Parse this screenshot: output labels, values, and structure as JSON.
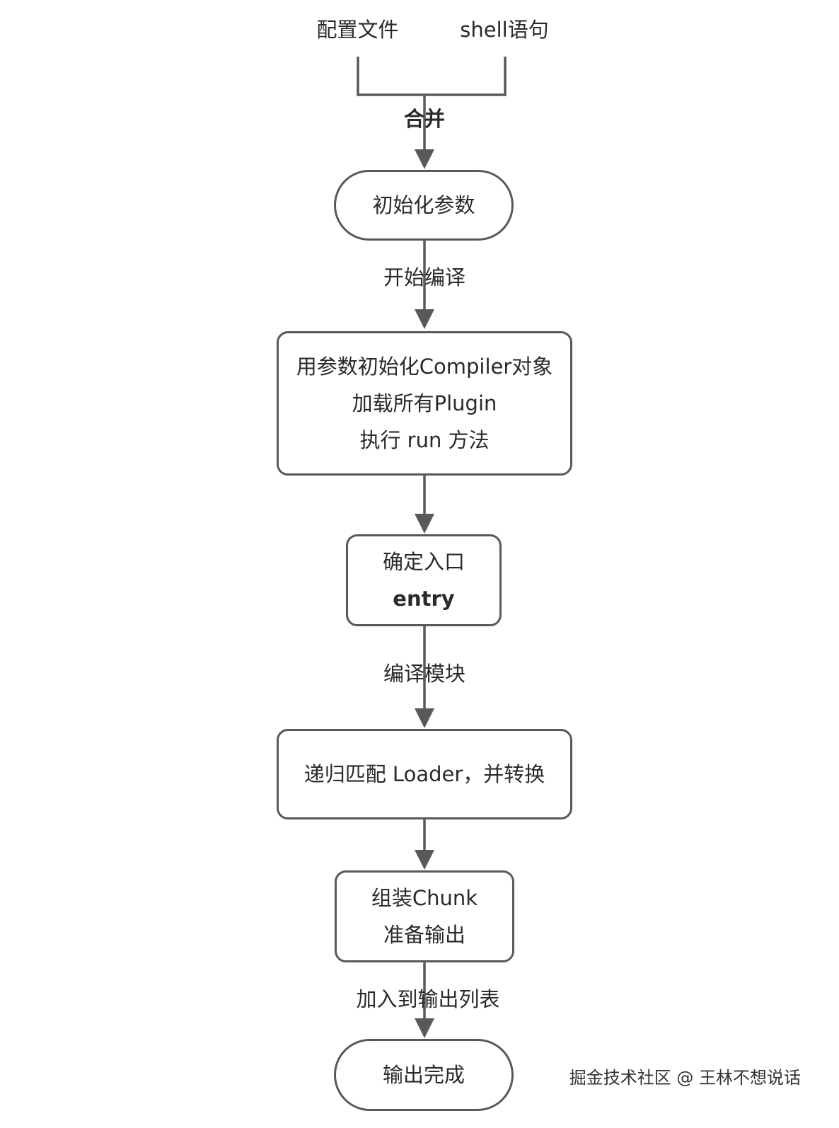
{
  "sources": {
    "left": "配置文件",
    "right": "shell语句"
  },
  "edges": {
    "merge": "合并",
    "start_compile": "开始编译",
    "compile_modules": "编译模块",
    "add_to_output": "加入到输出列表"
  },
  "nodes": {
    "init_params": {
      "line1": "初始化参数"
    },
    "compiler": {
      "line1": "用参数初始化Compiler对象",
      "line2": "加载所有Plugin",
      "line3": "执行 run 方法"
    },
    "entry": {
      "line1": "确定入口",
      "line2": "entry"
    },
    "loader": {
      "line1": "递归匹配 Loader，并转换"
    },
    "chunk": {
      "line1": "组装Chunk",
      "line2": "准备输出"
    },
    "done": {
      "line1": "输出完成"
    }
  },
  "watermark": "掘金技术社区 @ 王林不想说话",
  "colors": {
    "stroke": "#595959",
    "text": "#2a2a2a",
    "background": "#ffffff"
  }
}
